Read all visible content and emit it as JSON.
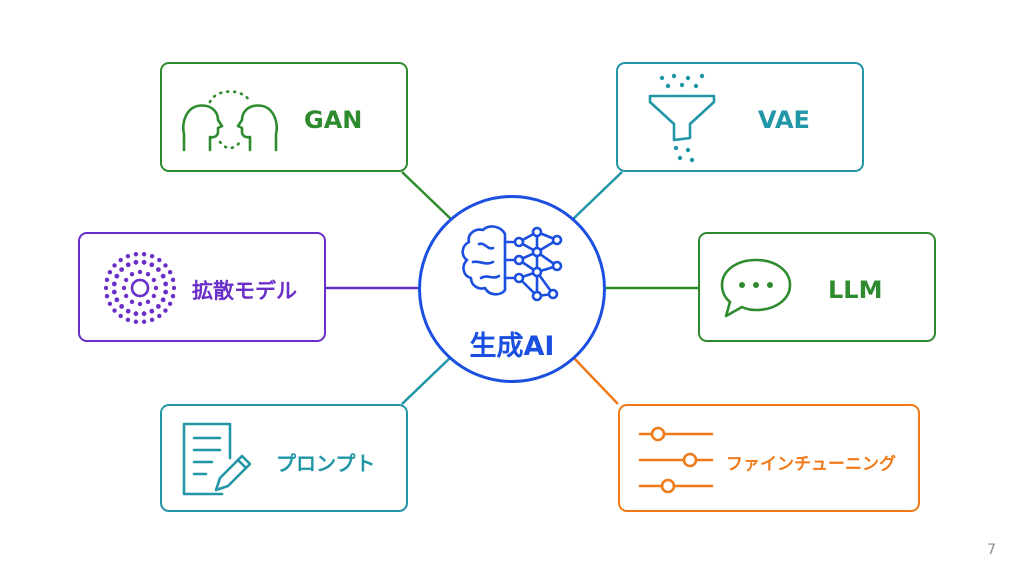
{
  "center": {
    "label": "生成AI",
    "icon": "brain-network-icon",
    "color": "#1a4fe0"
  },
  "nodes": [
    {
      "id": "gan",
      "label": "GAN",
      "icon": "two-heads-icon",
      "color": "#2e8b2e"
    },
    {
      "id": "vae",
      "label": "VAE",
      "icon": "funnel-icon",
      "color": "#2196a6"
    },
    {
      "id": "diffusion",
      "label": "拡散モデル",
      "icon": "dotted-circle-icon",
      "color": "#6a2fc8"
    },
    {
      "id": "llm",
      "label": "LLM",
      "icon": "chat-bubble-icon",
      "color": "#2e8b2e"
    },
    {
      "id": "prompt",
      "label": "プロンプト",
      "icon": "document-pencil-icon",
      "color": "#2196a6"
    },
    {
      "id": "finetuning",
      "label": "ファインチューニング",
      "icon": "sliders-icon",
      "color": "#f07a18"
    }
  ],
  "page_number": "7"
}
